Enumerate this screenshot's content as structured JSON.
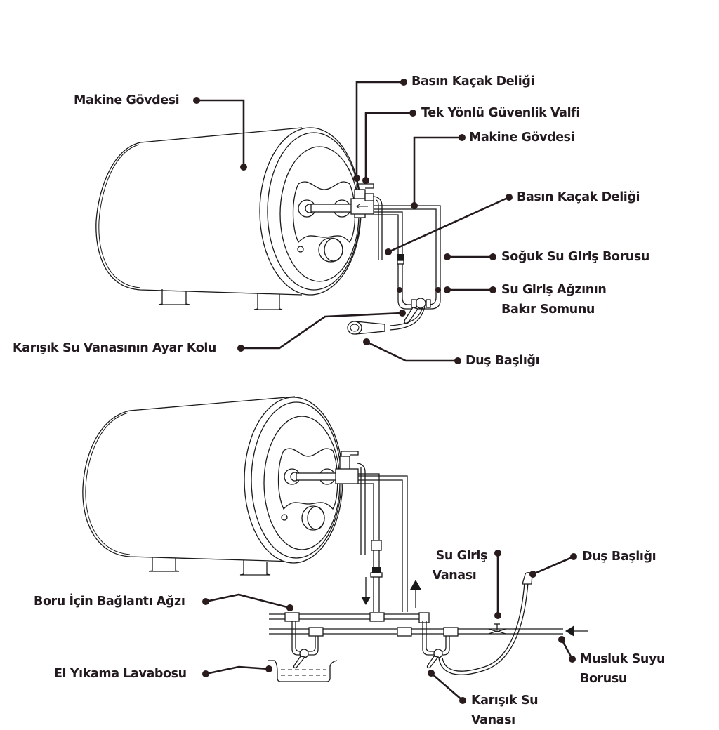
{
  "diagram_title": "Yatay Termosifon Montaj Şeması",
  "top_diagram": {
    "labels": {
      "machine_body_left": "Makine Gövdesi",
      "pressure_leak_hole_1": "Basın Kaçak Deliği",
      "one_way_safety_valve": "Tek Yönlü Güvenlik Valfi",
      "machine_body_right": "Makine Gövdesi",
      "pressure_leak_hole_2": "Basın Kaçak Deliği",
      "cold_water_inlet_pipe": "Soğuk Su Giriş Borusu",
      "inlet_copper_nut_line1": "Su Giriş Ağzının",
      "inlet_copper_nut_line2": "Bakır Somunu",
      "mixing_valve_handle": "Karışık Su Vanasının Ayar Kolu",
      "shower_head": "Duş Başlığı"
    }
  },
  "bottom_diagram": {
    "labels": {
      "water_inlet_valve_line1": "Su Giriş",
      "water_inlet_valve_line2": "Vanası",
      "shower_head": "Duş Başlığı",
      "pipe_connection_port": "Boru İçin Bağlantı Ağzı",
      "hand_wash_basin": "El Yıkama Lavabosu",
      "tap_water_pipe_line1": "Musluk Suyu",
      "tap_water_pipe_line2": "Borusu",
      "mixing_valve_line1": "Karışık Su",
      "mixing_valve_line2": "Vanası"
    },
    "flow_arrows": [
      "down",
      "up",
      "left"
    ]
  },
  "colors": {
    "label_text": "#231a1f",
    "line_art": "#1a1a1a",
    "background": "#ffffff"
  }
}
